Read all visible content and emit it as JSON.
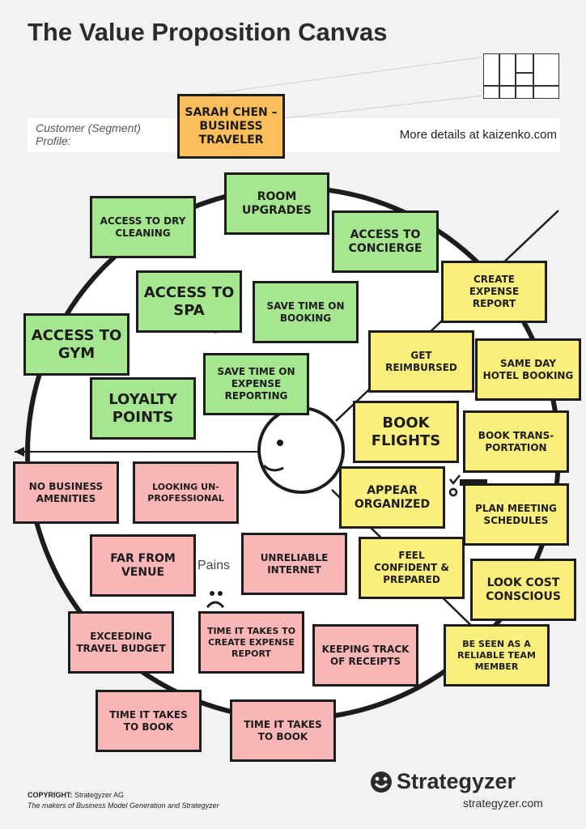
{
  "page": {
    "title": "The Value Proposition Canvas",
    "segment_label": "Customer (Segment) Profile:",
    "details": "More details at kaizenko.com",
    "pains_label": "Pains"
  },
  "customer_note": "Sarah Chen – Business Traveler",
  "gains": [
    "Access to dry cleaning",
    "Room upgrades",
    "Access to concierge",
    "Access to spa",
    "Save time on booking",
    "Access to gym",
    "Save time on expense reporting",
    "Loyalty points"
  ],
  "jobs": [
    "Create expense report",
    "Get reimbursed",
    "Same day hotel booking",
    "Book flights",
    "Book trans-portation",
    "Appear organized",
    "Plan meeting schedules",
    "Feel confident & prepared",
    "Look cost conscious",
    "Be seen as a reliable team member"
  ],
  "pains": [
    "No business amenities",
    "Looking un-professional",
    "Far from venue",
    "Unreliable internet",
    "Exceeding travel budget",
    "Time it takes to create expense report",
    "Keeping track of receipts",
    "Time it takes to book",
    "Time it takes to book"
  ],
  "footer": {
    "copyright_label": "COPYRIGHT:",
    "copyright_holder": "Strategyzer AG",
    "makers": "The makers of Business Model Generation and Strategyzer",
    "brand": "Strategyzer",
    "brand_url": "strategyzer.com"
  },
  "colors": {
    "gain": "#a6e690",
    "job": "#faee7c",
    "pain": "#f9b6b6",
    "customer": "#fbbe5a"
  },
  "icons": [
    "customer-face-icon",
    "strategyzer-logo-icon",
    "canvas-thumbnail-icon"
  ]
}
